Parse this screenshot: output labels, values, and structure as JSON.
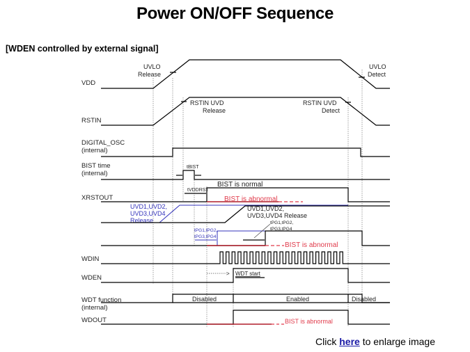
{
  "page": {
    "title": "Power ON/OFF Sequence",
    "subtitle": "[WDEN controlled by external signal]"
  },
  "footer": {
    "prefix": "Click ",
    "link_label": "here",
    "suffix": " to enlarge image"
  },
  "diagram": {
    "signals": [
      {
        "id": "vdd",
        "label": "VDD"
      },
      {
        "id": "rstin",
        "label": "RSTIN"
      },
      {
        "id": "digital_osc",
        "label": "DIGITAL_OSC",
        "sublabel": "(internal)"
      },
      {
        "id": "bist_time",
        "label": "BIST time",
        "sublabel": "(internal)"
      },
      {
        "id": "xrstout",
        "label": "XRSTOUT"
      },
      {
        "id": "wdin",
        "label": "WDIN"
      },
      {
        "id": "wden",
        "label": "WDEN"
      },
      {
        "id": "wdt_function",
        "label": "WDT function",
        "sublabel": "(internal)"
      },
      {
        "id": "wdout",
        "label": "WDOUT"
      }
    ],
    "annotations": {
      "uvlo_release": [
        "UVLO",
        "Release"
      ],
      "uvlo_detect": [
        "UVLO",
        "Detect"
      ],
      "rstin_uvd_release": [
        "RSTIN UVD",
        "Release"
      ],
      "rstin_uvd_detect": [
        "RSTIN UVD",
        "Detect"
      ],
      "t_bist": "tBIST",
      "t_vddrst": "tVDDRST",
      "bist_normal": "BIST is normal",
      "bist_abnormal": "BIST is abnormal",
      "uvd_release_blue": [
        "UVD1,UVD2,",
        "UVD3,UVD4",
        "Release"
      ],
      "uvd_release_black": [
        "UVD1,UVD2,",
        "UVD3,UVD4 Release"
      ],
      "tpg_blue": [
        "tPG1,tPG2,",
        "tPG3,tPG4"
      ],
      "tpg_black": [
        "tPG1,tPG2,",
        "tPG3,tPG4"
      ],
      "wdt_start": "WDT start",
      "wdt_states": [
        "Disabled",
        "Enabled",
        "Disabled"
      ]
    },
    "colors": {
      "signal": "#000000",
      "abnormal": "#e03b4b",
      "abnormal_trace": "#b01e2a",
      "blue_annotation": "#3333bb",
      "link": "#1a1aa6"
    }
  }
}
